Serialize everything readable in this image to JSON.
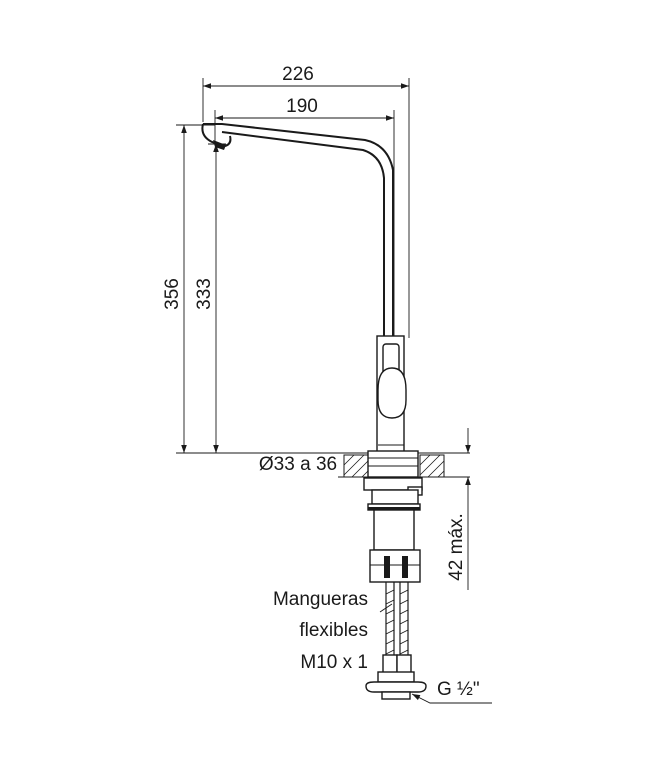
{
  "dimensions": {
    "overall_reach": "226",
    "spout_reach": "190",
    "overall_height": "356",
    "spout_height": "333",
    "hole_diameter": "Ø33 a 36",
    "max_deck_thickness": "42 máx."
  },
  "labels": {
    "hoses_line1": "Mangueras",
    "hoses_line2": "flexibles",
    "hoses_line3": "M10 x 1",
    "thread": "G ½\""
  }
}
